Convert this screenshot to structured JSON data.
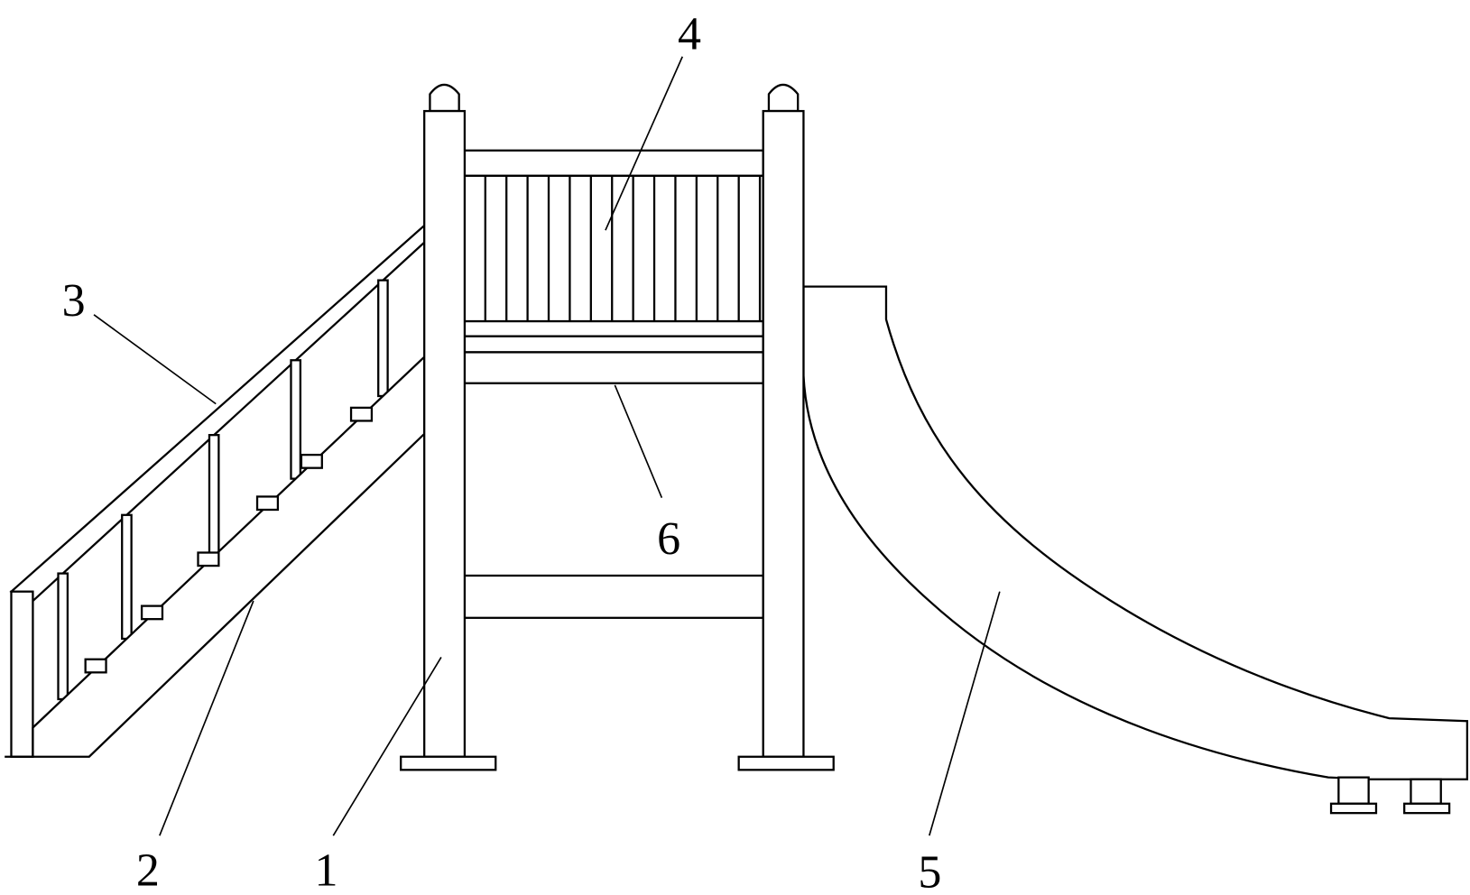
{
  "labels": {
    "post": "1",
    "stair": "2",
    "handrail": "3",
    "guardrail": "4",
    "slide": "5",
    "crossbar": "6"
  },
  "colors": {
    "line": "#000000",
    "background": "#ffffff"
  }
}
